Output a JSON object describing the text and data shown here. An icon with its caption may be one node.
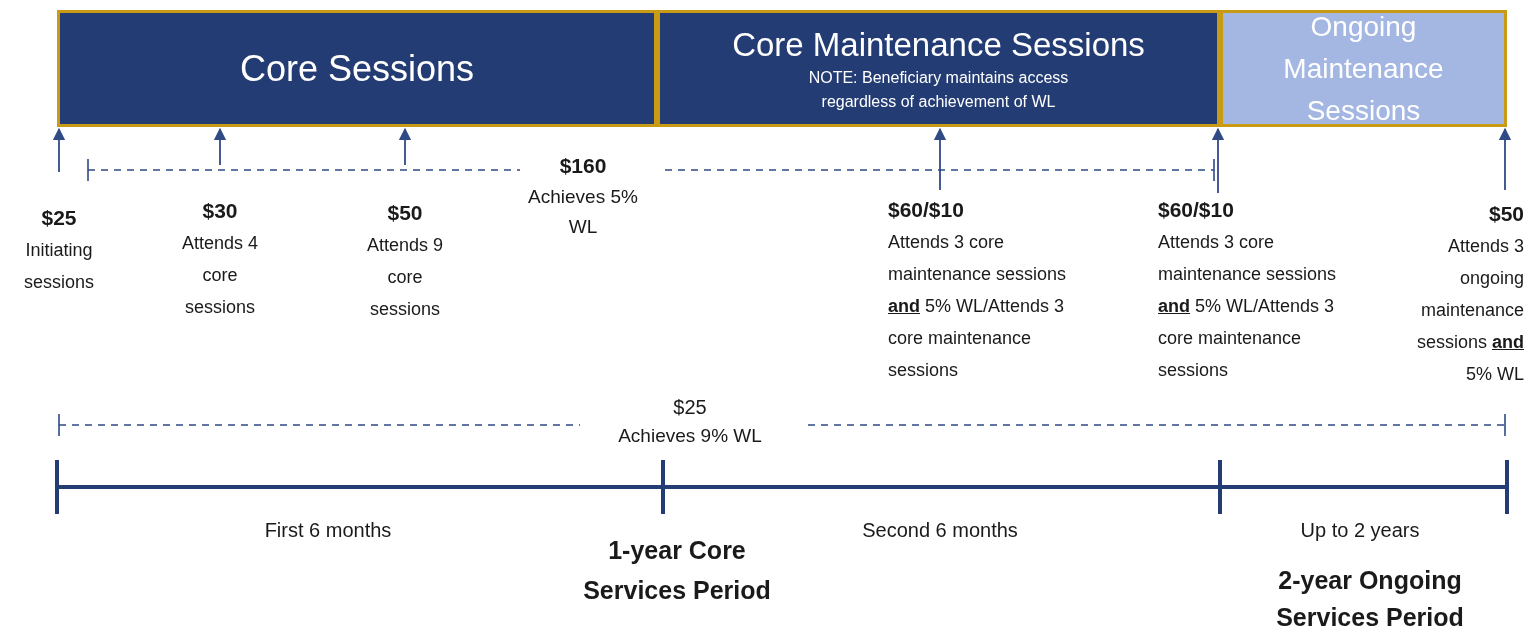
{
  "diagram": {
    "nodes": [
      {
        "text": [
          "Core Sessions"
        ]
      },
      {
        "text": [
          "Core Maintenance Sessions",
          "NOTE: Beneficiary maintains access regardless of achievement of WL"
        ]
      },
      {
        "text": [
          "Ongoing Maintenance Sessions"
        ]
      },
      {
        "text": [
          "$25",
          "Initiating sessions"
        ]
      },
      {
        "text": [
          "$30",
          "Attends 4 core sessions"
        ]
      },
      {
        "text": [
          "$50",
          "Attends 9 core sessions"
        ]
      },
      {
        "text": [
          "$60/$10",
          "Attends 3 core maintenance sessions **and** 5% WL/Attends 3 core maintenance sessions"
        ]
      },
      {
        "text": [
          "$60/$10",
          "Attends 3 core maintenance sessions **and** 5% WL/Attends 3 core maintenance sessions"
        ]
      },
      {
        "text": [
          "$50",
          "Attends 3 ongoing maintenance sessions **and** 5% WL"
        ]
      }
    ],
    "edges": [
      {
        "from": 3,
        "to": 0,
        "arrow": "to"
      },
      {
        "from": 4,
        "to": 0,
        "arrow": "to"
      },
      {
        "from": 5,
        "to": 0,
        "arrow": "to"
      },
      {
        "from": 6,
        "to": 1,
        "arrow": "to"
      },
      {
        "from": 7,
        "to": 1,
        "arrow": "to"
      },
      {
        "from": 8,
        "to": 2,
        "arrow": "to"
      }
    ],
    "labels": [
      "$160",
      "Achieves 5% WL",
      "$25",
      "Achieves 9% WL",
      "First 6 months",
      "1-year Core Services Period",
      "Second 6 months",
      "Up to 2 years",
      "2-year Ongoing Services Period"
    ]
  }
}
